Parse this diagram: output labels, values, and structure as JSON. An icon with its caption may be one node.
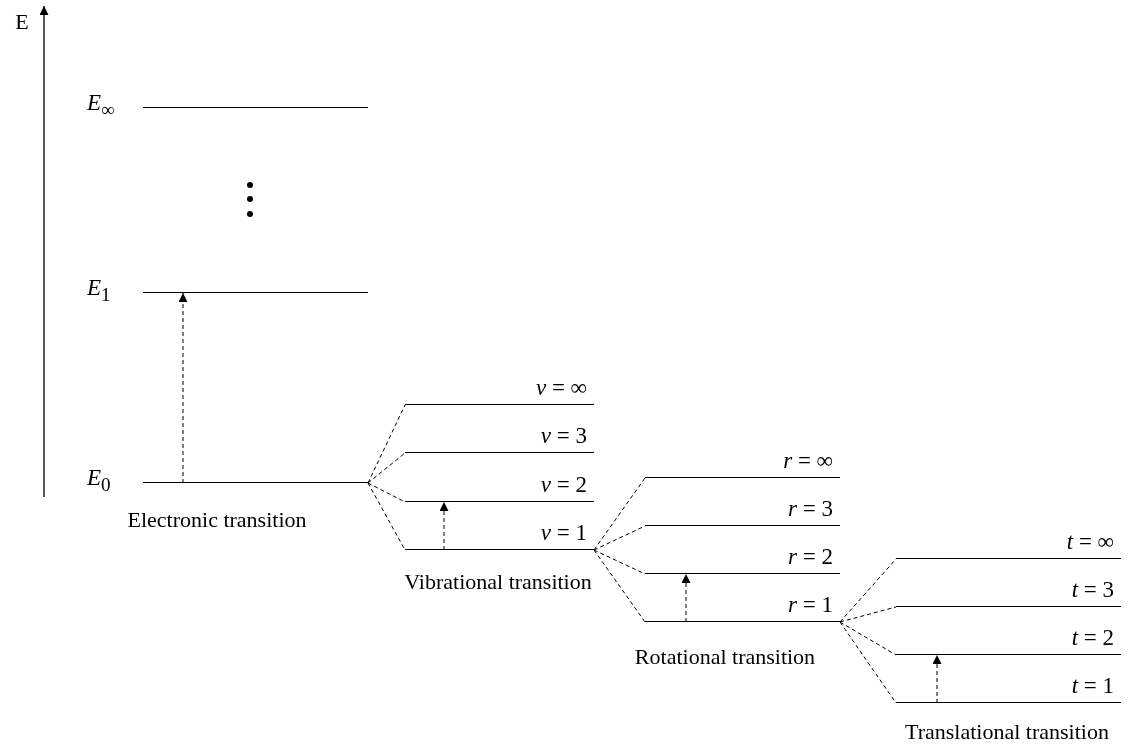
{
  "diagram": {
    "nodes": [
      {
        "text": [
          "*E*$_{∞}$"
        ]
      },
      {
        "text": [
          "*E*$_{1}$"
        ]
      },
      {
        "text": [
          "*E*$_{0}$"
        ]
      },
      {
        "text": [
          "*v* = ∞"
        ]
      },
      {
        "text": [
          "*v* = 3"
        ]
      },
      {
        "text": [
          "*v* = 2"
        ]
      },
      {
        "text": [
          "*v* = 1"
        ]
      },
      {
        "text": [
          "*r* = ∞"
        ]
      },
      {
        "text": [
          "*r* = 3"
        ]
      },
      {
        "text": [
          "*r* = 2"
        ]
      },
      {
        "text": [
          "*r* = 1"
        ]
      },
      {
        "text": [
          "*t* = ∞"
        ]
      },
      {
        "text": [
          "*t* = 3"
        ]
      },
      {
        "text": [
          "*t* = 2"
        ]
      },
      {
        "text": [
          "*t* = 1"
        ]
      }
    ],
    "edges": [
      {
        "from": 2,
        "to": 1,
        "arrow": "to",
        "style": "dashed"
      },
      {
        "from": 2,
        "to": 3,
        "arrow": "none",
        "style": "dashed"
      },
      {
        "from": 2,
        "to": 4,
        "arrow": "none",
        "style": "dashed"
      },
      {
        "from": 2,
        "to": 5,
        "arrow": "none",
        "style": "dashed"
      },
      {
        "from": 2,
        "to": 6,
        "arrow": "none",
        "style": "dashed"
      },
      {
        "from": 6,
        "to": 5,
        "arrow": "to",
        "style": "dashed"
      },
      {
        "from": 6,
        "to": 7,
        "arrow": "none",
        "style": "dashed"
      },
      {
        "from": 6,
        "to": 8,
        "arrow": "none",
        "style": "dashed"
      },
      {
        "from": 6,
        "to": 9,
        "arrow": "none",
        "style": "dashed"
      },
      {
        "from": 6,
        "to": 10,
        "arrow": "none",
        "style": "dashed"
      },
      {
        "from": 10,
        "to": 9,
        "arrow": "to",
        "style": "dashed"
      },
      {
        "from": 10,
        "to": 11,
        "arrow": "none",
        "style": "dashed"
      },
      {
        "from": 10,
        "to": 12,
        "arrow": "none",
        "style": "dashed"
      },
      {
        "from": 10,
        "to": 13,
        "arrow": "none",
        "style": "dashed"
      },
      {
        "from": 10,
        "to": 14,
        "arrow": "none",
        "style": "dashed"
      },
      {
        "from": 14,
        "to": 13,
        "arrow": "to",
        "style": "dashed"
      }
    ],
    "labels": [
      "E",
      "Electronic transition",
      "Vibrational transition",
      "Rotational transition",
      "Translational transition"
    ]
  }
}
